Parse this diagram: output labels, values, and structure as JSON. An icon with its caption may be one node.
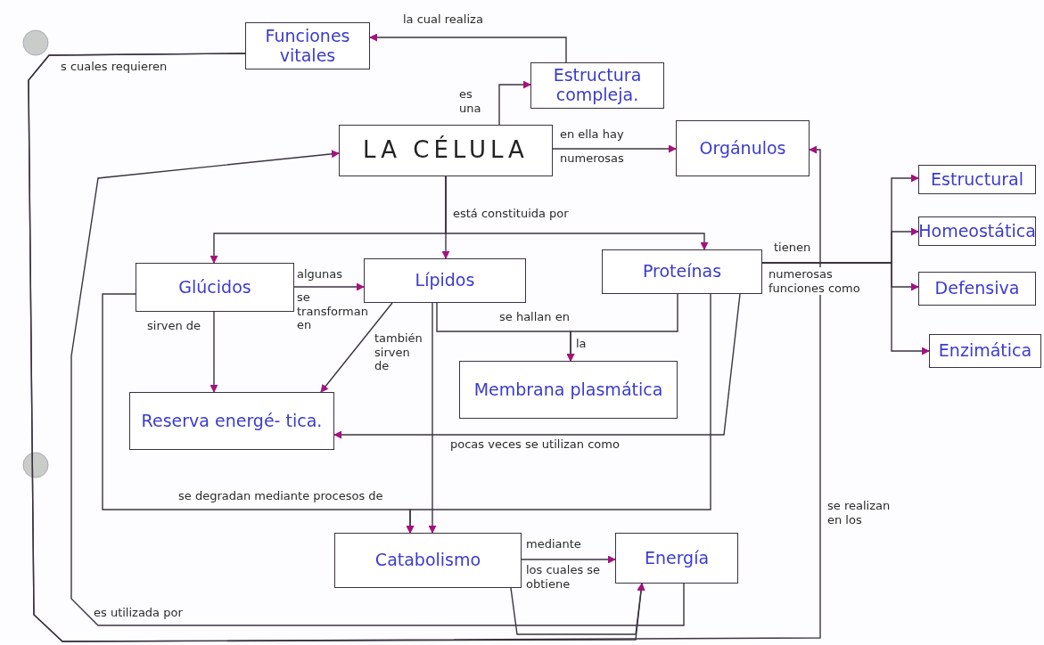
{
  "diagram": {
    "nodes": [
      {
        "text": [
          "Funciones vitales"
        ]
      },
      {
        "text": [
          "Estructura compleja."
        ]
      },
      {
        "text": [
          "LA CÉLULA"
        ]
      },
      {
        "text": [
          "Orgánulos"
        ]
      },
      {
        "text": [
          "Estructural"
        ]
      },
      {
        "text": [
          "Homeostática"
        ]
      },
      {
        "text": [
          "Defensiva"
        ]
      },
      {
        "text": [
          "Enzimática"
        ]
      },
      {
        "text": [
          "Glúcidos"
        ]
      },
      {
        "text": [
          "Lípidos"
        ]
      },
      {
        "text": [
          "Proteínas"
        ]
      },
      {
        "text": [
          "Membrana plasmática"
        ]
      },
      {
        "text": [
          "Reserva energé- tica."
        ]
      },
      {
        "text": [
          "Catabolismo"
        ]
      },
      {
        "text": [
          "Energía"
        ]
      }
    ],
    "edges": [
      {
        "from": 1,
        "to": 0,
        "arrow": "to",
        "label": "la cual realiza"
      },
      {
        "from": 2,
        "to": 1,
        "arrow": "to",
        "label": "es una"
      },
      {
        "from": 2,
        "to": 3,
        "arrow": "to",
        "label": "en ella hay"
      },
      {
        "from": 2,
        "to": 8,
        "arrow": "to"
      },
      {
        "from": 2,
        "to": 9,
        "arrow": "to",
        "label": "está constituida por"
      },
      {
        "from": 2,
        "to": 10,
        "arrow": "to"
      },
      {
        "from": 10,
        "to": 4,
        "arrow": "to",
        "label": "tienen"
      },
      {
        "from": 10,
        "to": 5,
        "arrow": "to"
      },
      {
        "from": 10,
        "to": 6,
        "arrow": "to"
      },
      {
        "from": 10,
        "to": 7,
        "arrow": "to"
      },
      {
        "from": 8,
        "to": 9,
        "arrow": "to",
        "label": "algunas"
      },
      {
        "from": 8,
        "to": 12,
        "arrow": "to",
        "label": "sirven de"
      },
      {
        "from": 9,
        "to": 12,
        "arrow": "to",
        "label": "también sirven de"
      },
      {
        "from": 9,
        "to": 11,
        "arrow": "to",
        "label": "se hallan en"
      },
      {
        "from": 10,
        "to": 11,
        "arrow": "to"
      },
      {
        "from": 10,
        "to": 12,
        "arrow": "to",
        "label": "pocas veces se utilizan como"
      },
      {
        "from": 8,
        "to": 13,
        "arrow": "to",
        "label": "se degradan mediante procesos de"
      },
      {
        "from": 9,
        "to": 13,
        "arrow": "to"
      },
      {
        "from": 10,
        "to": 13,
        "arrow": "to"
      },
      {
        "from": 13,
        "to": 14,
        "arrow": "to",
        "label": "mediante"
      },
      {
        "from": 14,
        "to": 2,
        "arrow": "to",
        "label": "es utilizada por"
      },
      {
        "from": 0,
        "to": 14,
        "arrow": "to",
        "label": "s cuales requieren"
      },
      {
        "from": 0,
        "to": 3,
        "arrow": "to",
        "label": "se realizan en los"
      },
      {
        "from": 13,
        "to": 14,
        "arrow": "to"
      }
    ],
    "labels": [
      "numerosas",
      "numerosas funciones como",
      "se transforman en",
      "la",
      "los cuales se obtiene"
    ]
  }
}
